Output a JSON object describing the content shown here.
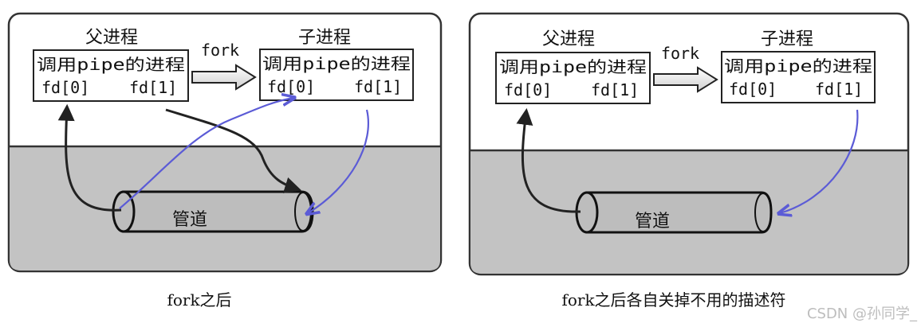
{
  "panels": [
    {
      "parent_title": "父进程",
      "child_title": "子进程",
      "fork_label": "fork",
      "parent_box": {
        "line1": "调用pipe的进程",
        "fd0": "fd[0]",
        "fd1": "fd[1]"
      },
      "child_box": {
        "line1": "调用pipe的进程",
        "fd0": "fd[0]",
        "fd1": "fd[1]"
      },
      "pipe_label": "管道",
      "caption": "fork之后"
    },
    {
      "parent_title": "父进程",
      "child_title": "子进程",
      "fork_label": "fork",
      "parent_box": {
        "line1": "调用pipe的进程",
        "fd0": "fd[0]",
        "fd1": "fd[1]"
      },
      "child_box": {
        "line1": "调用pipe的进程",
        "fd0": "fd[0]",
        "fd1": "fd[1]"
      },
      "pipe_label": "管道",
      "caption": "fork之后各自关掉不用的描述符"
    }
  ],
  "watermark": "CSDN @孙同学_",
  "colors": {
    "kernel_area": "#c3c3c3",
    "user_area": "#ffffff",
    "blue_arrow": "#5b5bd6",
    "ink": "#222222"
  }
}
